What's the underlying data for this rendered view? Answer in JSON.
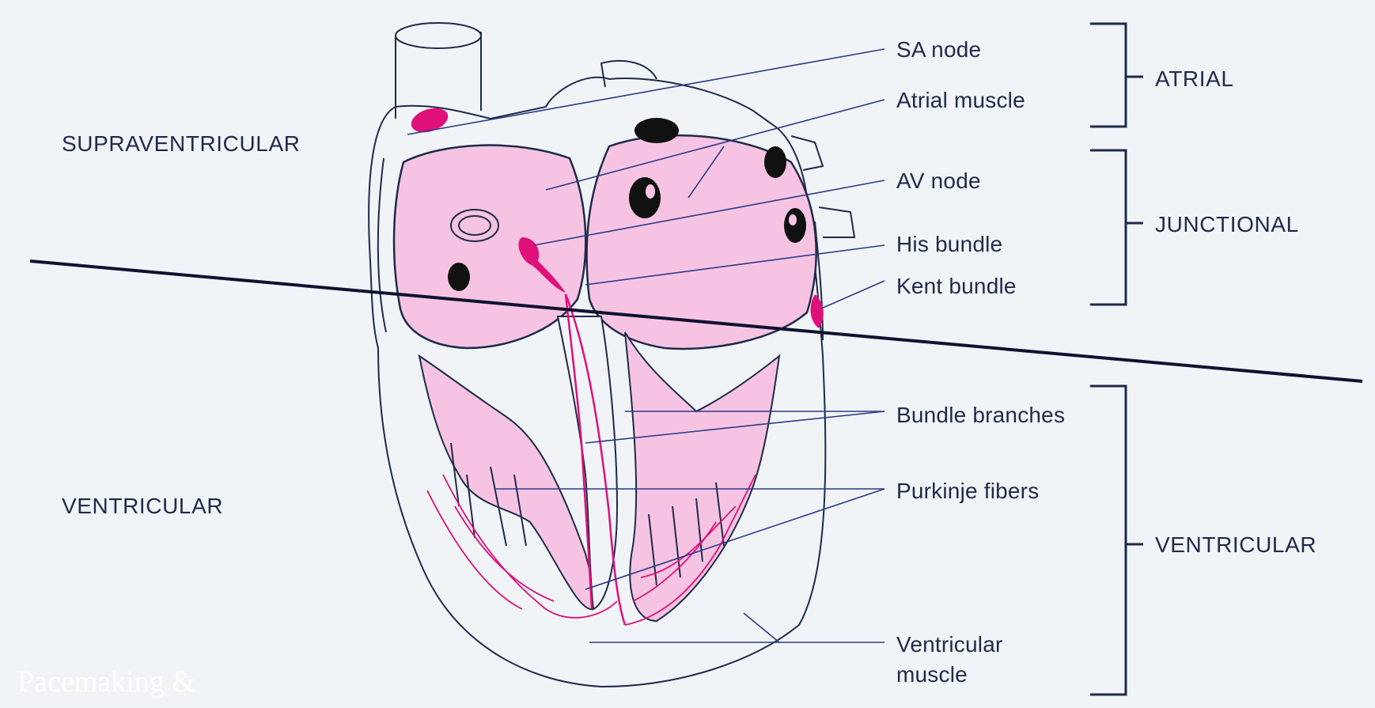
{
  "regions_left": {
    "supraventricular": "SUPRAVENTRICULAR",
    "ventricular": "VENTRICULAR"
  },
  "structures": {
    "sa_node": "SA node",
    "atrial_muscle": "Atrial muscle",
    "av_node": "AV node",
    "his_bundle": "His bundle",
    "kent_bundle": "Kent bundle",
    "bundle_branches": "Bundle branches",
    "purkinje_fibers": "Purkinje fibers",
    "ventricular_muscle_line1": "Ventricular",
    "ventricular_muscle_line2": "muscle"
  },
  "groups_right": {
    "atrial": "ATRIAL",
    "junctional": "JUNCTIONAL",
    "ventricular": "VENTRICULAR"
  },
  "watermark": "Pacemaking &",
  "colors": {
    "background": "#f1f4f6",
    "chamber_fill": "#f6c4e2",
    "conduction": "#e0107a",
    "outline": "#1f2a4a",
    "leader_line": "#2b3a8a"
  }
}
